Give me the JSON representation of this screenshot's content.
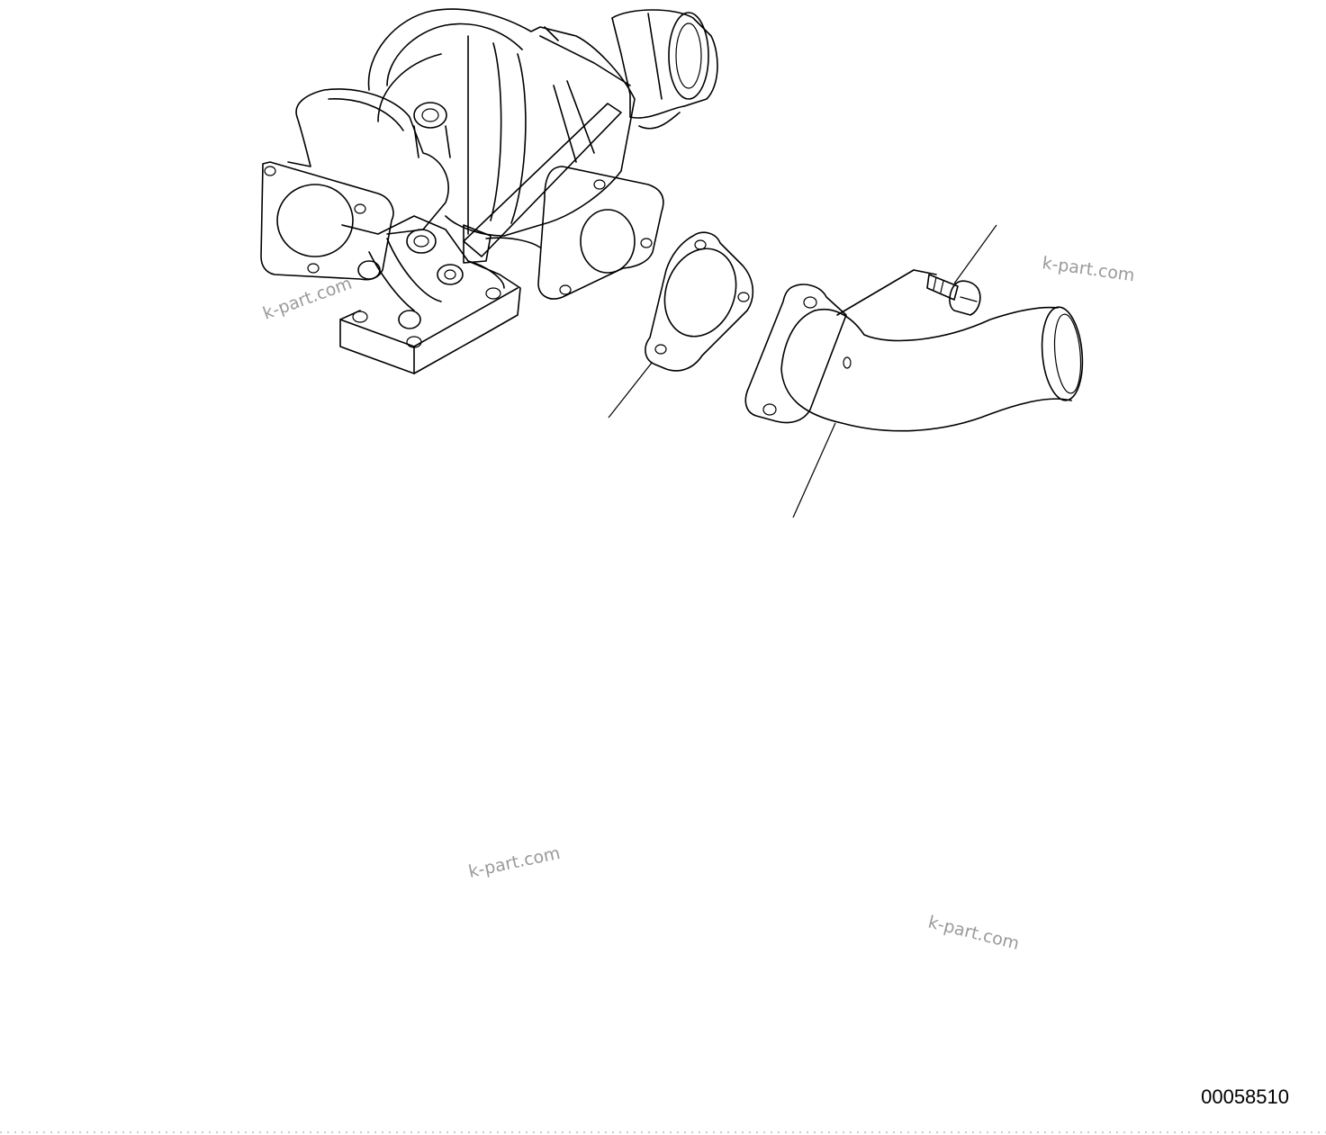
{
  "diagram": {
    "drawing_number": "00058510",
    "watermarks": [
      "k-part.com",
      "k-part.com",
      "k-part.com",
      "k-part.com"
    ]
  }
}
